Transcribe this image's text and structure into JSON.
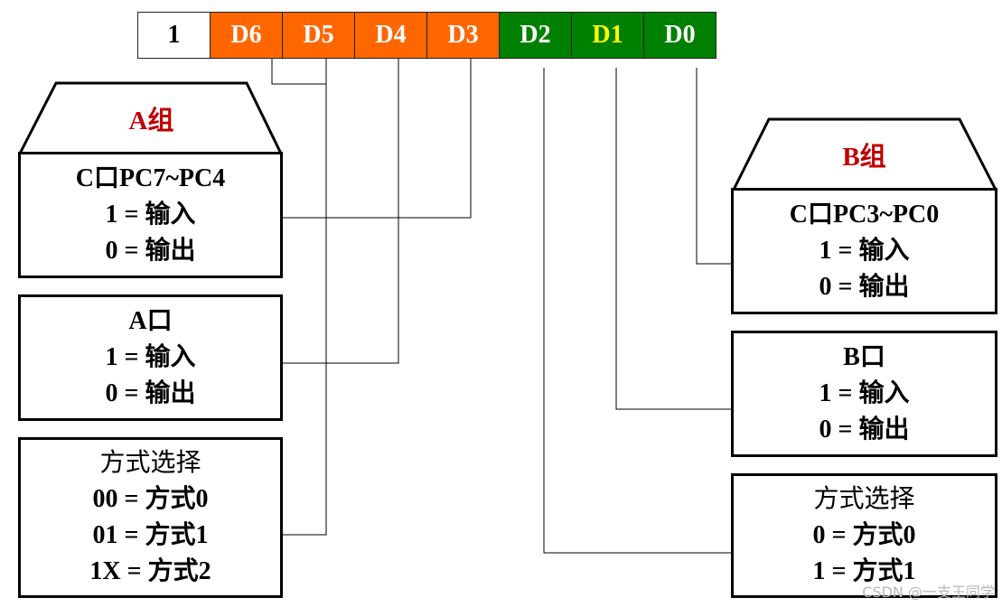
{
  "bits": [
    {
      "label": "1",
      "bg": "#ffffff",
      "fg": "#000000"
    },
    {
      "label": "D6",
      "bg": "#ff6600",
      "fg": "#ffffff"
    },
    {
      "label": "D5",
      "bg": "#ff6600",
      "fg": "#ffffff"
    },
    {
      "label": "D4",
      "bg": "#ff6600",
      "fg": "#ffffff"
    },
    {
      "label": "D3",
      "bg": "#ff6600",
      "fg": "#ffffff"
    },
    {
      "label": "D2",
      "bg": "#008000",
      "fg": "#ffffff"
    },
    {
      "label": "D1",
      "bg": "#008000",
      "fg": "#ffff00"
    },
    {
      "label": "D0",
      "bg": "#008000",
      "fg": "#ffffff"
    }
  ],
  "group_a": {
    "label": "A组",
    "port_c_upper": {
      "title": "C口PC7~PC4",
      "line1": "1 = 输入",
      "line2": "0 = 输出"
    },
    "port_a": {
      "title": "A口",
      "line1": "1 = 输入",
      "line2": "0 = 输出"
    },
    "mode": {
      "title": "方式选择",
      "line1": "00 = 方式0",
      "line2": "01 = 方式1",
      "line3": "1X = 方式2"
    }
  },
  "group_b": {
    "label": "B组",
    "port_c_lower": {
      "title": "C口PC3~PC0",
      "line1": "1 = 输入",
      "line2": "0 = 输出"
    },
    "port_b": {
      "title": "B口",
      "line1": "1 = 输入",
      "line2": "0 = 输出"
    },
    "mode": {
      "title": "方式选择",
      "line1": "0 = 方式0",
      "line2": "1 = 方式1"
    }
  },
  "colors": {
    "group_label": "#c00000",
    "orange": "#ff6600",
    "green": "#008000"
  },
  "watermark": "CSDN @一支王同学"
}
